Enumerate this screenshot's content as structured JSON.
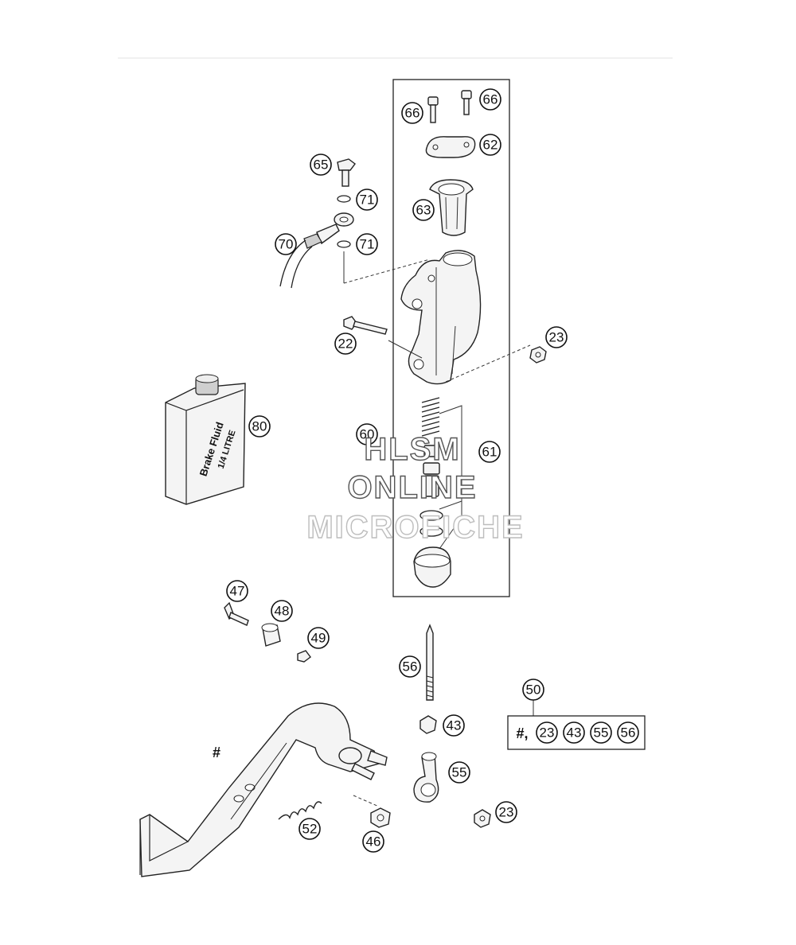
{
  "callouts": {
    "c66a": "66",
    "c66b": "66",
    "c62": "62",
    "c65": "65",
    "c71a": "71",
    "c63": "63",
    "c70": "70",
    "c71b": "71",
    "c22": "22",
    "c23a": "23",
    "c80": "80",
    "c60": "60",
    "c61": "61",
    "c47": "47",
    "c48": "48",
    "c49": "49",
    "c56": "56",
    "c50": "50",
    "c43": "43",
    "c55": "55",
    "c52": "52",
    "c46": "46",
    "c23b": "23"
  },
  "kit": {
    "hash": "#,",
    "items": [
      "23",
      "43",
      "55",
      "56"
    ]
  },
  "pedal_hash": "#",
  "bottle": {
    "line1": "Brake Fluid",
    "line2": "1/4 LITRE"
  },
  "watermark": {
    "line1": "HLSM",
    "line2": "ONLINE",
    "line3": "MICROFICHE"
  }
}
